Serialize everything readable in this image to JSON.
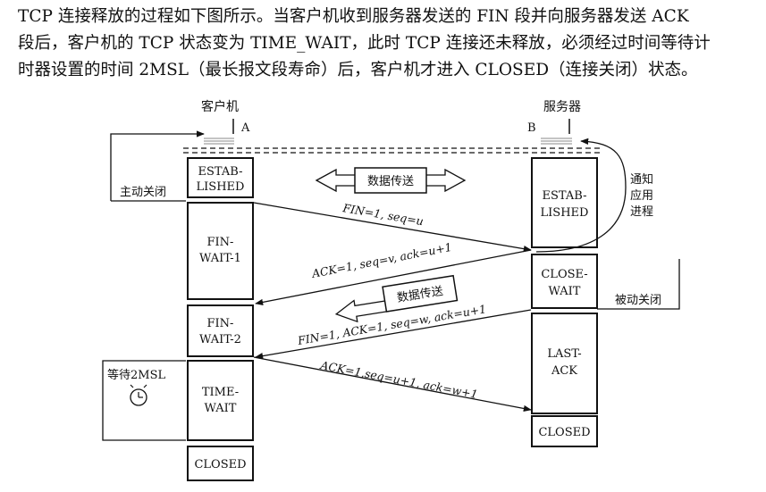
{
  "paragraph": {
    "line1": "TCP 连接释放的过程如下图所示。当客户机收到服务器发送的 FIN 段并向服务器发送 ACK",
    "line2": "段后，客户机的 TCP 状态变为 TIME_WAIT，此时 TCP 连接还未释放，必须经过时间等待计",
    "line3": "时器设置的时间 2MSL（最长报文段寿命）后，客户机才进入 CLOSED（连接关闭）状态。"
  },
  "client": {
    "label": "客户机",
    "letter": "A"
  },
  "server": {
    "label": "服务器",
    "letter": "B"
  },
  "client_states": {
    "s1a": "ESTAB-",
    "s1b": "LISHED",
    "s2a": "FIN-",
    "s2b": "WAIT-1",
    "s3a": "FIN-",
    "s3b": "WAIT-2",
    "s4a": "TIME-",
    "s4b": "WAIT",
    "s5": "CLOSED"
  },
  "server_states": {
    "s1a": "ESTAB-",
    "s1b": "LISHED",
    "s2a": "CLOSE-",
    "s2b": "WAIT",
    "s3a": "LAST-",
    "s3b": "ACK",
    "s4": "CLOSED"
  },
  "labels": {
    "active_close": "主动关闭",
    "passive_close": "被动关闭",
    "notify_1": "通知",
    "notify_2": "应用",
    "notify_3": "进程",
    "wait_2msl": "等待2MSL",
    "data_transfer_1": "数据传送",
    "data_transfer_2": "数据传送"
  },
  "messages": {
    "m1": "FIN=1, seq=u",
    "m2": "ACK=1, seq=v, ack=u+1",
    "m3": "FIN=1, ACK=1, seq=w, ack=u+1",
    "m4": "ACK=1,seq=u+1, ack=w+1"
  }
}
